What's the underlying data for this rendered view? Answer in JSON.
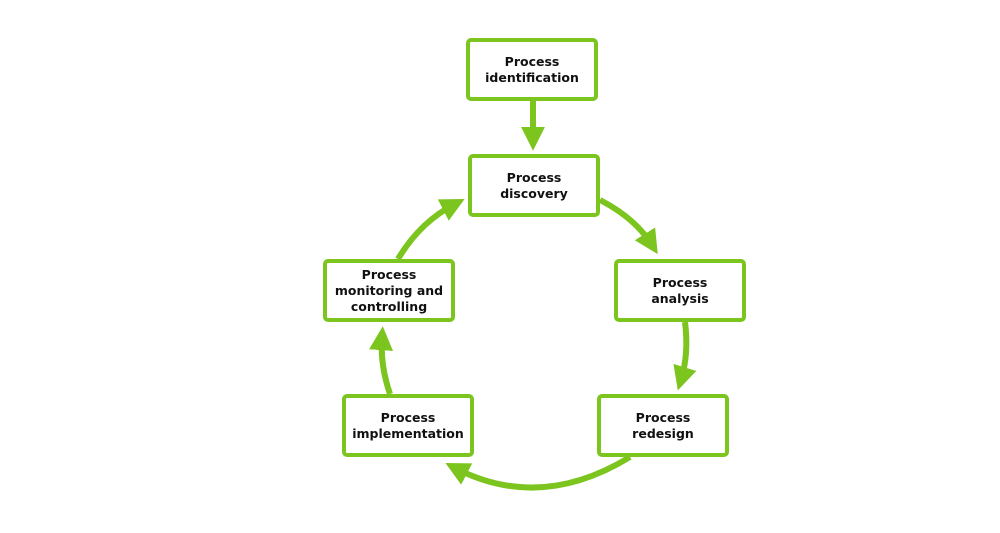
{
  "diagram": {
    "title": "",
    "accent_color": "#7cc41e",
    "nodes": [
      {
        "id": "identification",
        "label": "Process identification"
      },
      {
        "id": "discovery",
        "label": "Process discovery"
      },
      {
        "id": "analysis",
        "label": "Process analysis"
      },
      {
        "id": "redesign",
        "label": "Process redesign"
      },
      {
        "id": "implementation",
        "label": "Process implementation"
      },
      {
        "id": "monitoring",
        "label": "Process monitoring and controlling"
      }
    ],
    "edges": [
      {
        "from": "identification",
        "to": "discovery"
      },
      {
        "from": "discovery",
        "to": "analysis"
      },
      {
        "from": "analysis",
        "to": "redesign"
      },
      {
        "from": "redesign",
        "to": "implementation"
      },
      {
        "from": "implementation",
        "to": "monitoring"
      },
      {
        "from": "monitoring",
        "to": "discovery"
      }
    ]
  }
}
